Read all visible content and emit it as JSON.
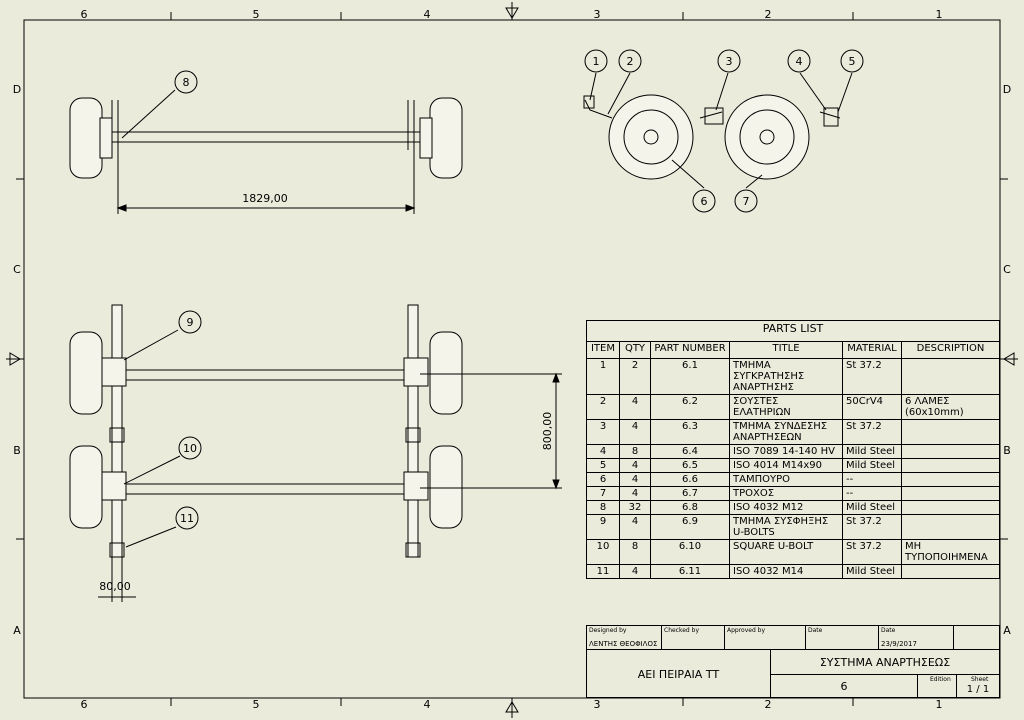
{
  "zones": {
    "columns": [
      "6",
      "5",
      "4",
      "3",
      "2",
      "1"
    ],
    "rows": [
      "D",
      "C",
      "B",
      "A"
    ]
  },
  "dimensions": {
    "track_width": "1829,00",
    "axle_spacing": "800,00",
    "offset": "80,00"
  },
  "balloons": [
    "1",
    "2",
    "3",
    "4",
    "5",
    "6",
    "7",
    "8",
    "9",
    "10",
    "11"
  ],
  "parts_list": {
    "title": "PARTS LIST",
    "headers": [
      "ITEM",
      "QTY",
      "PART NUMBER",
      "TITLE",
      "MATERIAL",
      "DESCRIPTION"
    ],
    "rows": [
      {
        "item": "1",
        "qty": "2",
        "part": "6.1",
        "title": "ΤΜΗΜΑ ΣΥΓΚΡΑΤΗΣΗΣ ΑΝΑΡΤΗΣΗΣ",
        "material": "St 37.2",
        "desc": ""
      },
      {
        "item": "2",
        "qty": "4",
        "part": "6.2",
        "title": "ΣΟΥΣΤΕΣ ΕΛΑΤΗΡΙΩΝ",
        "material": "50CrV4",
        "desc": "6 ΛΑΜΕΣ (60x10mm)"
      },
      {
        "item": "3",
        "qty": "4",
        "part": "6.3",
        "title": "ΤΜΗΜΑ ΣΥΝΔΕΣΗΣ ΑΝΑΡΤΗΣΕΩΝ",
        "material": "St 37.2",
        "desc": ""
      },
      {
        "item": "4",
        "qty": "8",
        "part": "6.4",
        "title": "ISO 7089 14-140 HV",
        "material": "Mild Steel",
        "desc": ""
      },
      {
        "item": "5",
        "qty": "4",
        "part": "6.5",
        "title": "ISO 4014 M14x90",
        "material": "Mild Steel",
        "desc": ""
      },
      {
        "item": "6",
        "qty": "4",
        "part": "6.6",
        "title": "ΤΑΜΠΟΥΡΟ",
        "material": "--",
        "desc": ""
      },
      {
        "item": "7",
        "qty": "4",
        "part": "6.7",
        "title": "ΤΡΟΧΟΣ",
        "material": "--",
        "desc": ""
      },
      {
        "item": "8",
        "qty": "32",
        "part": "6.8",
        "title": "ISO 4032 M12",
        "material": "Mild Steel",
        "desc": ""
      },
      {
        "item": "9",
        "qty": "4",
        "part": "6.9",
        "title": "ΤΜΗΜΑ ΣΥΣΦΗΞΗΣ U-BOLTS",
        "material": "St 37.2",
        "desc": ""
      },
      {
        "item": "10",
        "qty": "8",
        "part": "6.10",
        "title": "SQUARE U-BOLT",
        "material": "St 37.2",
        "desc": "ΜΗ ΤΥΠΟΠΟΙΗΜΕΝΑ"
      },
      {
        "item": "11",
        "qty": "4",
        "part": "6.11",
        "title": "ISO 4032 M14",
        "material": "Mild Steel",
        "desc": ""
      }
    ]
  },
  "title_block": {
    "designed_by_label": "Designed by",
    "designed_by": "ΛΕΝΤΗΣ ΘΕΟΦΙΛΟΣ",
    "checked_by_label": "Checked by",
    "approved_by_label": "Approved by",
    "date_label": "Date",
    "date2_label": "Date",
    "date": "23/9/2017",
    "school": "ΑΕΙ ΠΕΙΡΑΙΑ ΤΤ",
    "title": "ΣΥΣΤΗΜΑ ΑΝΑΡΤΗΣΕΩΣ",
    "number": "6",
    "edition_label": "Edition",
    "sheet_label": "Sheet",
    "sheet": "1 / 1"
  }
}
